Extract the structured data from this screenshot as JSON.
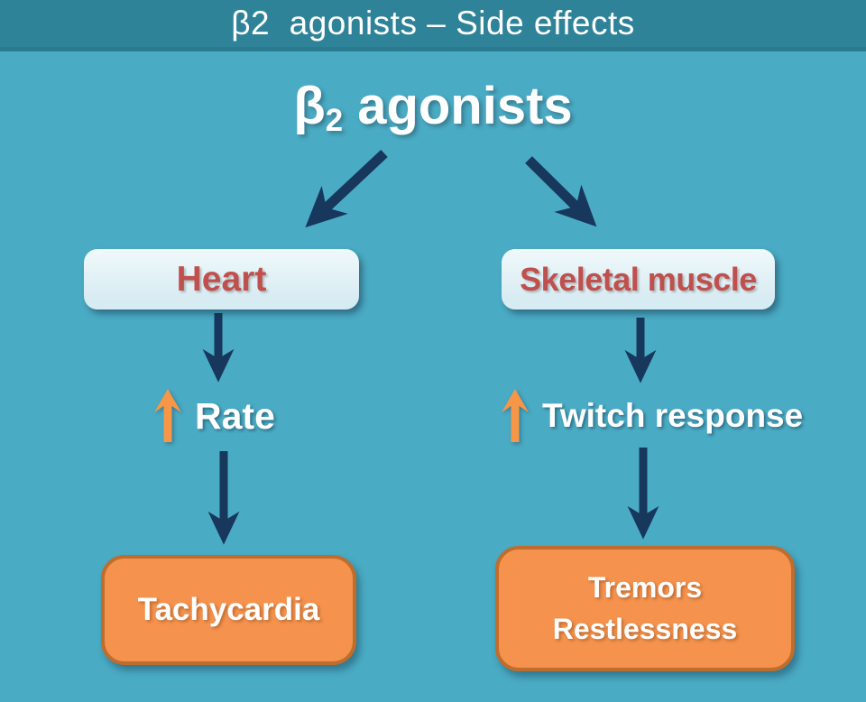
{
  "header": {
    "title": "β2  agonists – Side effects"
  },
  "diagram": {
    "title": {
      "beta": "β",
      "subscript": "2",
      "rest": " agonists"
    },
    "branches": [
      {
        "organ": "Heart",
        "effect": "Rate",
        "effect_direction": "increase",
        "outcomes": [
          "Tachycardia"
        ]
      },
      {
        "organ": "Skeletal muscle",
        "effect": "Twitch response",
        "effect_direction": "increase",
        "outcomes": [
          "Tremors",
          "Restlessness"
        ]
      }
    ]
  },
  "colors": {
    "header_bg": "#2f8399",
    "canvas_bg": "#4aabc4",
    "flow_arrow_navy": "#17375d",
    "increase_arrow_orange": "#f79646",
    "organ_box_bg": "#daeef3",
    "organ_label_red": "#c0504d",
    "outcome_box_bg": "#f5924d",
    "outcome_box_border": "#bf6d2d",
    "label_text": "#ffffff"
  }
}
